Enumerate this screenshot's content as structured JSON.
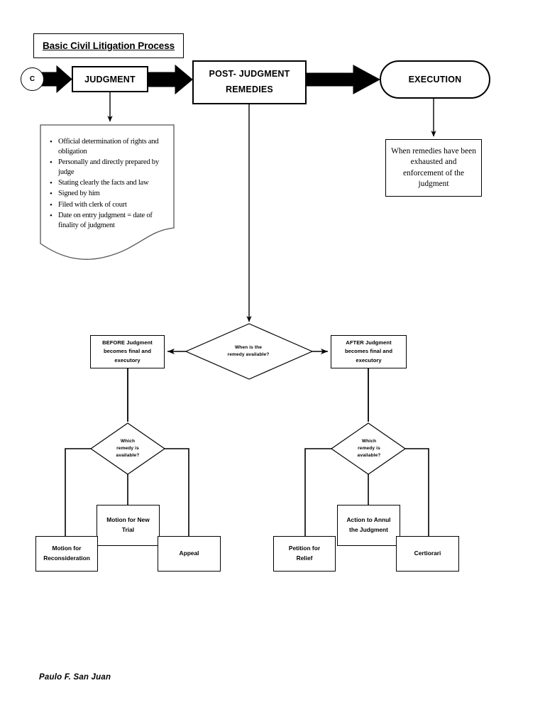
{
  "document": {
    "title": "Basic Civil Litigation Process",
    "author": "Paulo F. San Juan"
  },
  "start_connector": {
    "label": "C",
    "shape": "circle"
  },
  "main_flow": {
    "judgment": {
      "label": "JUDGMENT",
      "shape": "rectangle"
    },
    "post_judgment_remedies": {
      "line1": "POST- JUDGMENT",
      "line2": "REMEDIES",
      "shape": "rectangle"
    },
    "execution": {
      "label": "EXECUTION",
      "shape": "rounded-rectangle"
    }
  },
  "judgment_details": {
    "shape": "document",
    "items": [
      "Official determination of rights and obligation",
      "Personally and directly prepared by judge",
      "Stating clearly the facts and law",
      "Signed by him",
      "Filed with clerk of court",
      "Date on entry judgment = date of finality of judgment"
    ]
  },
  "execution_note": {
    "text": "When remedies have been exhausted and enforcement of the judgment",
    "shape": "rectangle"
  },
  "decisions": {
    "when_available": {
      "line1": "When is the",
      "line2": "remedy available?",
      "shape": "diamond"
    },
    "which_remedy_left": {
      "line1": "Which",
      "line2": "remedy is",
      "line3": "available?",
      "shape": "diamond"
    },
    "which_remedy_right": {
      "line1": "Which",
      "line2": "remedy is",
      "line3": "available?",
      "shape": "diamond"
    }
  },
  "branches": {
    "before": {
      "line1": "BEFORE Judgment",
      "line2": "becomes final and",
      "line3": "executory",
      "remedies": [
        {
          "line1": "Motion for New",
          "line2": "Trial"
        },
        {
          "line1": "Motion for",
          "line2": "Reconsideration"
        },
        {
          "line1": "Appeal",
          "line2": ""
        }
      ]
    },
    "after": {
      "line1": "AFTER Judgment",
      "line2": "becomes final and",
      "line3": "executory",
      "remedies": [
        {
          "line1": "Action to Annul",
          "line2": "the Judgment"
        },
        {
          "line1": "Petition for",
          "line2": "Relief"
        },
        {
          "line1": "Certiorari",
          "line2": ""
        }
      ]
    }
  },
  "colors": {
    "stroke": "#000000",
    "fill": "#ffffff",
    "text": "#000000"
  }
}
